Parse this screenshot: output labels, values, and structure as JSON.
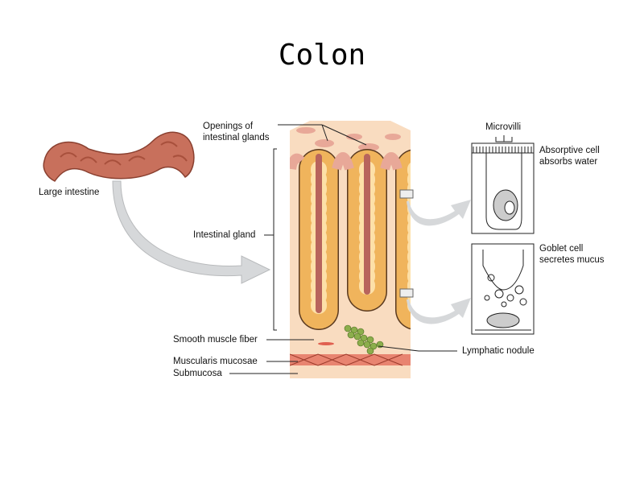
{
  "title": "Colon",
  "labels": {
    "large_intestine": "Large intestine",
    "openings_line1": "Openings of",
    "openings_line2": "intestinal glands",
    "intestinal_gland": "Intestinal gland",
    "smooth_muscle_fiber": "Smooth muscle fiber",
    "muscularis_mucosae": "Muscularis mucosae",
    "submucosa": "Submucosa",
    "microvilli": "Microvilli",
    "absorptive_line1": "Absorptive cell",
    "absorptive_line2": "absorbs water",
    "goblet_line1": "Goblet cell",
    "goblet_line2": "secretes mucus",
    "lymphatic_nodule": "Lymphatic nodule"
  },
  "colors": {
    "tissue": "#f9dcc0",
    "epithelium": "#f0b45c",
    "lumen": "#b8645c",
    "intestine": "#c8705c",
    "arrow": "#d0d2d4",
    "nodule": "#8cae4c"
  }
}
